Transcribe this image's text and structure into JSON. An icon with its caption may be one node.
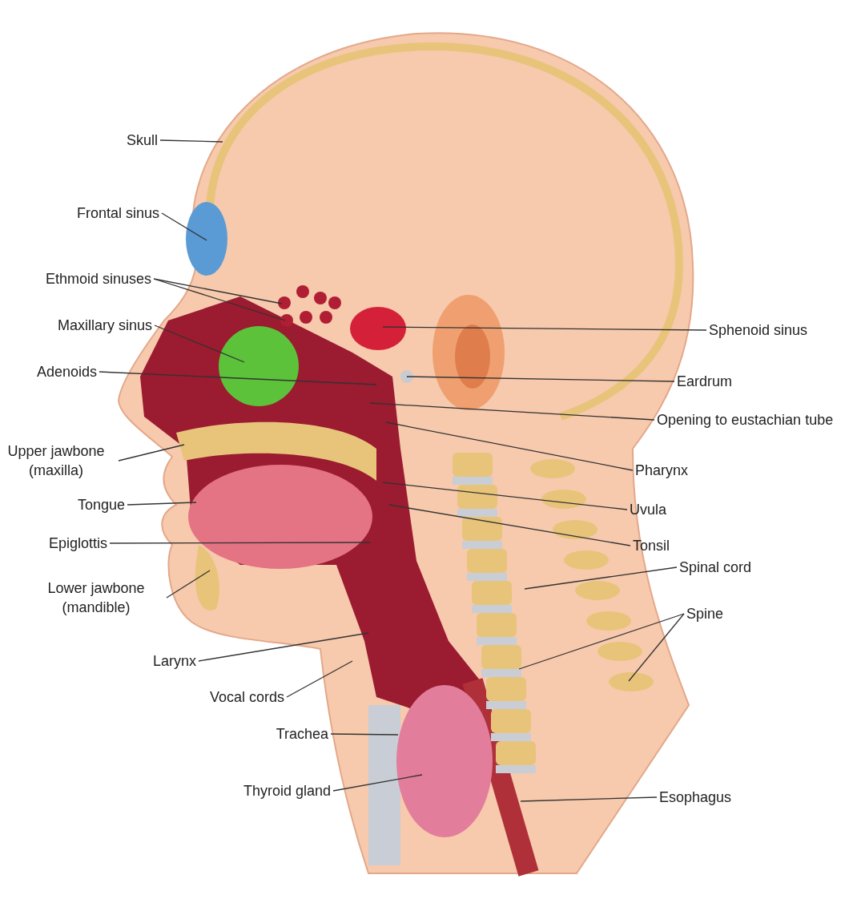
{
  "diagram": {
    "nodes": [
      {
        "text": [
          "Skull"
        ]
      },
      {
        "text": [
          "Frontal sinus"
        ]
      },
      {
        "text": [
          "Ethmoid sinuses"
        ]
      },
      {
        "text": [
          "Maxillary sinus"
        ]
      },
      {
        "text": [
          "Adenoids"
        ]
      },
      {
        "text": [
          "Upper jawbone (maxilla)"
        ]
      },
      {
        "text": [
          "Tongue"
        ]
      },
      {
        "text": [
          "Epiglottis"
        ]
      },
      {
        "text": [
          "Lower jawbone (mandible)"
        ]
      },
      {
        "text": [
          "Larynx"
        ]
      },
      {
        "text": [
          "Vocal cords"
        ]
      },
      {
        "text": [
          "Trachea"
        ]
      },
      {
        "text": [
          "Thyroid gland"
        ]
      },
      {
        "text": [
          "Sphenoid sinus"
        ]
      },
      {
        "text": [
          "Eardrum"
        ]
      },
      {
        "text": [
          "Opening to eustachian tube"
        ]
      },
      {
        "text": [
          "Pharynx"
        ]
      },
      {
        "text": [
          "Uvula"
        ]
      },
      {
        "text": [
          "Tonsil"
        ]
      },
      {
        "text": [
          "Spinal cord"
        ]
      },
      {
        "text": [
          "Spine"
        ]
      },
      {
        "text": [
          "Esophagus"
        ]
      }
    ],
    "edges": [
      {
        "from": 0,
        "to": null,
        "arrow": "none"
      },
      {
        "from": 1,
        "to": null,
        "arrow": "none"
      },
      {
        "from": 2,
        "to": null,
        "arrow": "none"
      },
      {
        "from": 2,
        "to": null,
        "arrow": "none"
      },
      {
        "from": 3,
        "to": null,
        "arrow": "none"
      },
      {
        "from": 4,
        "to": null,
        "arrow": "none"
      },
      {
        "from": 5,
        "to": null,
        "arrow": "none"
      },
      {
        "from": 6,
        "to": null,
        "arrow": "none"
      },
      {
        "from": 7,
        "to": null,
        "arrow": "none"
      },
      {
        "from": 8,
        "to": null,
        "arrow": "none"
      },
      {
        "from": 9,
        "to": null,
        "arrow": "none"
      },
      {
        "from": 10,
        "to": null,
        "arrow": "none"
      },
      {
        "from": 11,
        "to": null,
        "arrow": "none"
      },
      {
        "from": 12,
        "to": null,
        "arrow": "none"
      },
      {
        "from": 13,
        "to": null,
        "arrow": "none"
      },
      {
        "from": 14,
        "to": null,
        "arrow": "none"
      },
      {
        "from": 15,
        "to": null,
        "arrow": "none"
      },
      {
        "from": 16,
        "to": null,
        "arrow": "none"
      },
      {
        "from": 17,
        "to": null,
        "arrow": "none"
      },
      {
        "from": 18,
        "to": null,
        "arrow": "none"
      },
      {
        "from": 19,
        "to": null,
        "arrow": "none"
      },
      {
        "from": 20,
        "to": null,
        "arrow": "none"
      },
      {
        "from": 20,
        "to": null,
        "arrow": "none"
      },
      {
        "from": 21,
        "to": null,
        "arrow": "none"
      }
    ]
  }
}
